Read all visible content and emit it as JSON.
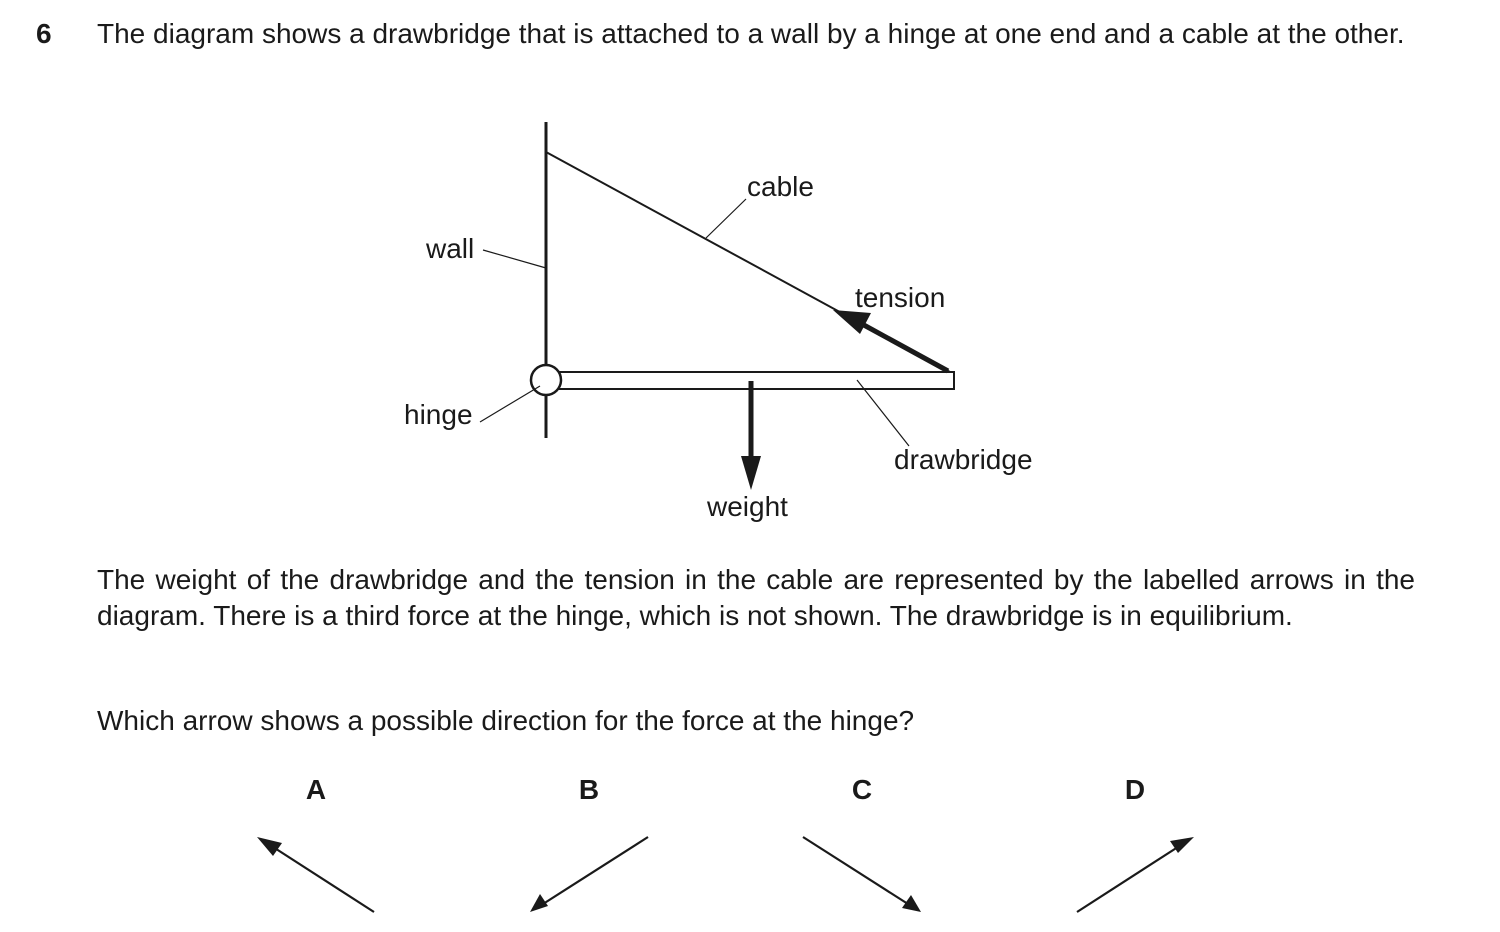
{
  "question": {
    "number": "6",
    "intro": "The diagram shows a drawbridge that is attached to a wall by a hinge at one end and a cable at the other.",
    "body": "The weight of the drawbridge and the tension in the cable are represented by the labelled arrows in the diagram. There is a third force at the hinge, which is not shown. The drawbridge is in equilibrium.",
    "prompt": "Which arrow shows a possible direction for the force at the hinge?"
  },
  "diagram": {
    "labels": {
      "cable": "cable",
      "wall": "wall",
      "tension": "tension",
      "hinge": "hinge",
      "drawbridge": "drawbridge",
      "weight": "weight"
    }
  },
  "options": [
    {
      "letter": "A",
      "direction": "up-left"
    },
    {
      "letter": "B",
      "direction": "down-left"
    },
    {
      "letter": "C",
      "direction": "down-right"
    },
    {
      "letter": "D",
      "direction": "up-right"
    }
  ]
}
